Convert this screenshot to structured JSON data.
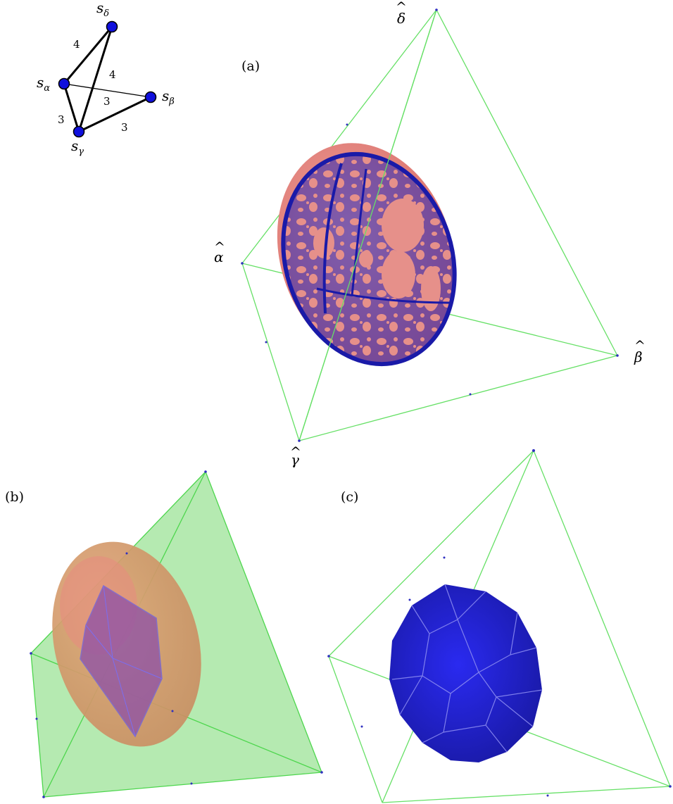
{
  "graph": {
    "nodes": [
      {
        "id": "delta",
        "base": "s",
        "sub": "δ"
      },
      {
        "id": "alpha",
        "base": "s",
        "sub": "α"
      },
      {
        "id": "beta",
        "base": "s",
        "sub": "β"
      },
      {
        "id": "gamma",
        "base": "s",
        "sub": "γ"
      }
    ],
    "edges": [
      {
        "from": "alpha",
        "to": "delta",
        "label": "4",
        "heavy": true
      },
      {
        "from": "gamma",
        "to": "delta",
        "label": "4",
        "heavy": true
      },
      {
        "from": "alpha",
        "to": "beta",
        "label": "3",
        "heavy": false
      },
      {
        "from": "alpha",
        "to": "gamma",
        "label": "3",
        "heavy": true
      },
      {
        "from": "gamma",
        "to": "beta",
        "label": "3",
        "heavy": true
      }
    ],
    "node_color": "#1010dd"
  },
  "panels": {
    "a": {
      "label": "(a)"
    },
    "b": {
      "label": "(b)"
    },
    "c": {
      "label": "(c)"
    }
  },
  "vertex_labels": {
    "delta": "δ",
    "alpha": "α",
    "beta": "β",
    "gamma": "γ",
    "hat": "^"
  },
  "colors": {
    "edge_green": "#66e066",
    "fill_green": "#a8e6a3",
    "limit_blue": "#2424b8",
    "sphere_pink": "#e87f7a",
    "polytope_blue": "#2a2ad8"
  }
}
